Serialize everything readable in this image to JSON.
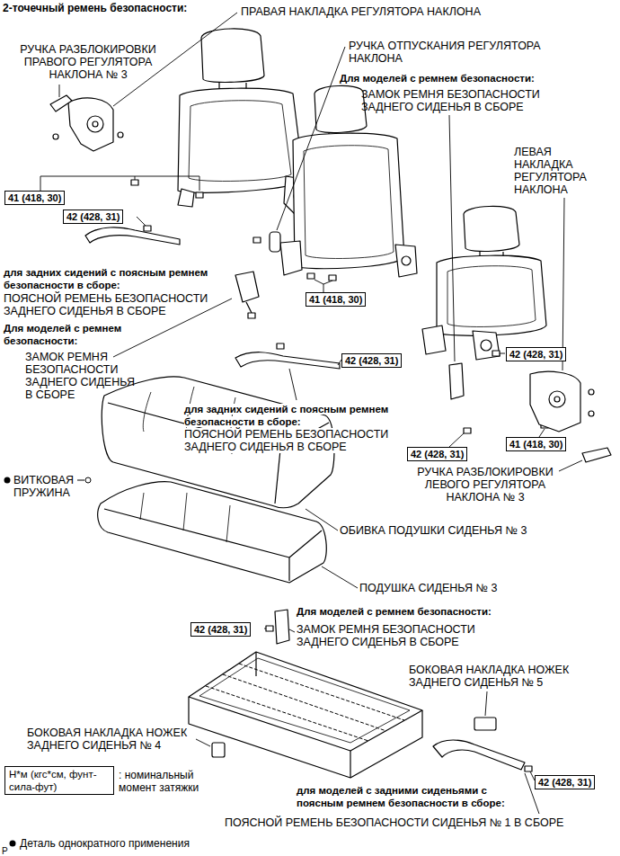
{
  "diagram": {
    "title": "2-точечный ремень безопасности:",
    "nodes": [
      {
        "text": [
          "41 (418, 30)"
        ]
      },
      {
        "text": [
          "42 (428, 31)"
        ]
      },
      {
        "text": [
          "41 (418, 30)"
        ]
      },
      {
        "text": [
          "42 (428, 31)"
        ]
      },
      {
        "text": [
          "42 (428, 31)"
        ]
      },
      {
        "text": [
          "41 (418, 30)"
        ]
      },
      {
        "text": [
          "42 (428, 31)"
        ]
      },
      {
        "text": [
          "42 (428, 31)"
        ]
      },
      {
        "text": [
          "Н*м (кгс*см, фунт-сила-фут)"
        ]
      },
      {
        "text": [
          "42 (428, 31)"
        ]
      }
    ],
    "labels": [
      "ПРАВАЯ НАКЛАДКА РЕГУЛЯТОРА НАКЛОНА",
      "РУЧКА РАЗБЛОКИРОВКИ ПРАВОГО РЕГУЛЯТОРА НАКЛОНА № 3",
      "РУЧКА ОТПУСКАНИЯ РЕГУЛЯТОРА НАКЛОНА",
      "Для моделей с ремнем безопасности:",
      "ЗАМОК РЕМНЯ БЕЗОПАСНОСТИ ЗАДНЕГО СИДЕНЬЯ В СБОРЕ",
      "ЛЕВАЯ НАКЛАДКА РЕГУЛЯТОРА НАКЛОНА",
      "для задних сидений с поясным ремнем безопасности в сборе:",
      "ПОЯСНОЙ РЕМЕНЬ БЕЗОПАСНОСТИ ЗАДНЕГО СИДЕНЬЯ В СБОРЕ",
      "Для моделей с ремнем безопасности:",
      "ЗАМОК РЕМНЯ БЕЗОПАСНОСТИ ЗАДНЕГО СИДЕНЬЯ В СБОРЕ",
      "для задних сидений с поясным ремнем безопасности в сборе:",
      "ПОЯСНОЙ РЕМЕНЬ БЕЗОПАСНОСТИ ЗАДНЕГО СИДЕНЬЯ В СБОРЕ",
      "ВИТКОВАЯ ПРУЖИНА",
      "РУЧКА РАЗБЛОКИРОВКИ ЛЕВОГО РЕГУЛЯТОРА НАКЛОНА № 3",
      "ОБИВКА ПОДУШКИ СИДЕНЬЯ № 3",
      "ПОДУШКА СИДЕНЬЯ № 3",
      "Для моделей с ремнем безопасности:",
      "ЗАМОК РЕМНЯ БЕЗОПАСНОСТИ ЗАДНЕГО СИДЕНЬЯ В СБОРЕ",
      "БОКОВАЯ НАКЛАДКА НОЖЕК ЗАДНЕГО СИДЕНЬЯ № 5",
      "БОКОВАЯ НАКЛАДКА НОЖЕК ЗАДНЕГО СИДЕНЬЯ № 4",
      "для моделей с задними сиденьями с поясным ремнем безопасности в сборе:",
      "ПОЯСНОЙ РЕМЕНЬ БЕЗОПАСНОСТИ СИДЕНЬЯ № 1 В СБОРЕ",
      "P"
    ],
    "legend": [
      {
        "text": ": номинальный момент затяжки"
      },
      {
        "text": "Деталь однократного применения"
      }
    ]
  }
}
